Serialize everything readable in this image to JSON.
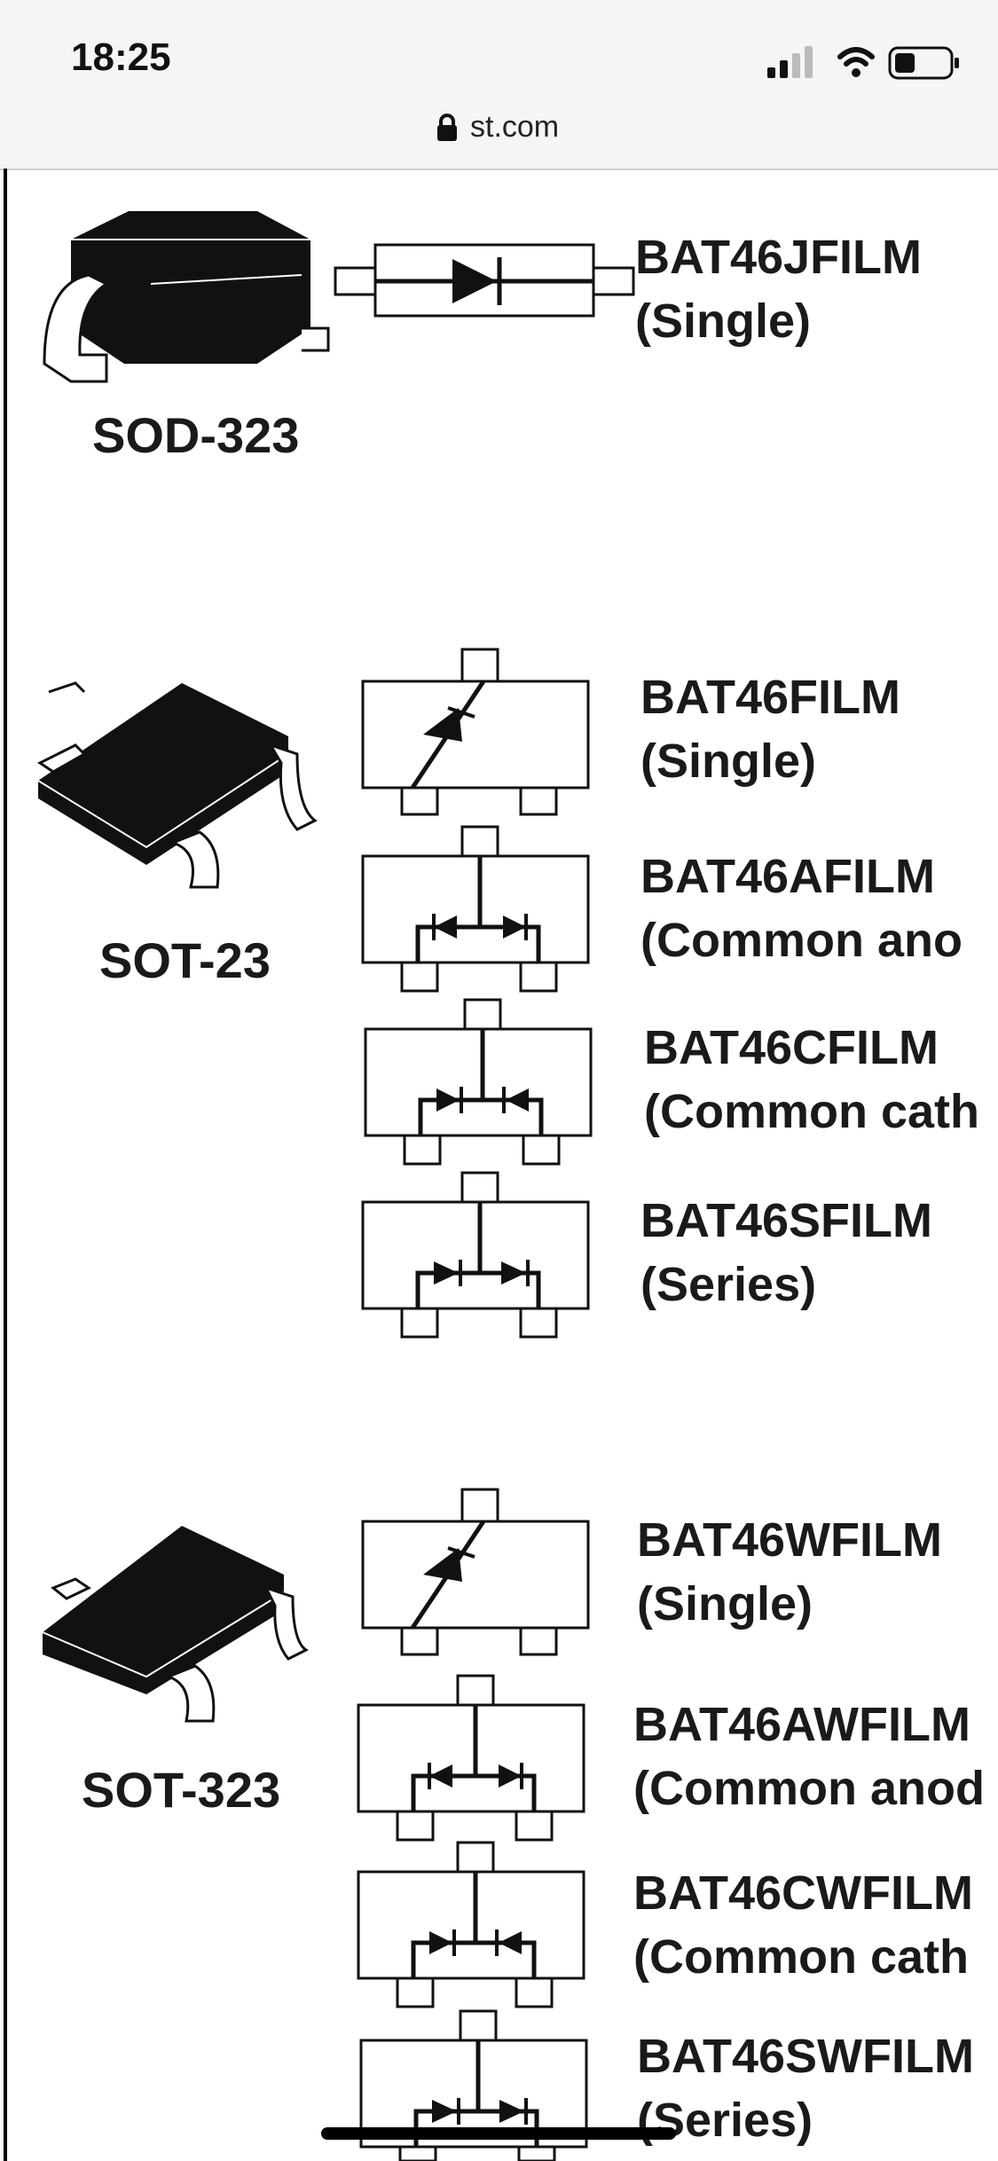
{
  "status_bar": {
    "time": "18:25"
  },
  "browser": {
    "url": "st.com"
  },
  "packages": [
    {
      "name": "SOD-323",
      "parts": [
        {
          "part": "BAT46JFILM",
          "config": "(Single)"
        }
      ]
    },
    {
      "name": "SOT-23",
      "parts": [
        {
          "part": "BAT46FILM",
          "config": "(Single)"
        },
        {
          "part": "BAT46AFILM",
          "config": "(Common ano"
        },
        {
          "part": "BAT46CFILM",
          "config": "(Common cath"
        },
        {
          "part": "BAT46SFILM",
          "config": "(Series)"
        }
      ]
    },
    {
      "name": "SOT-323",
      "parts": [
        {
          "part": "BAT46WFILM",
          "config": "(Single)"
        },
        {
          "part": "BAT46AWFILM",
          "config": "(Common anod"
        },
        {
          "part": "BAT46CWFILM",
          "config": "(Common cath"
        },
        {
          "part": "BAT46SWFILM",
          "config": "(Series)"
        }
      ]
    }
  ]
}
